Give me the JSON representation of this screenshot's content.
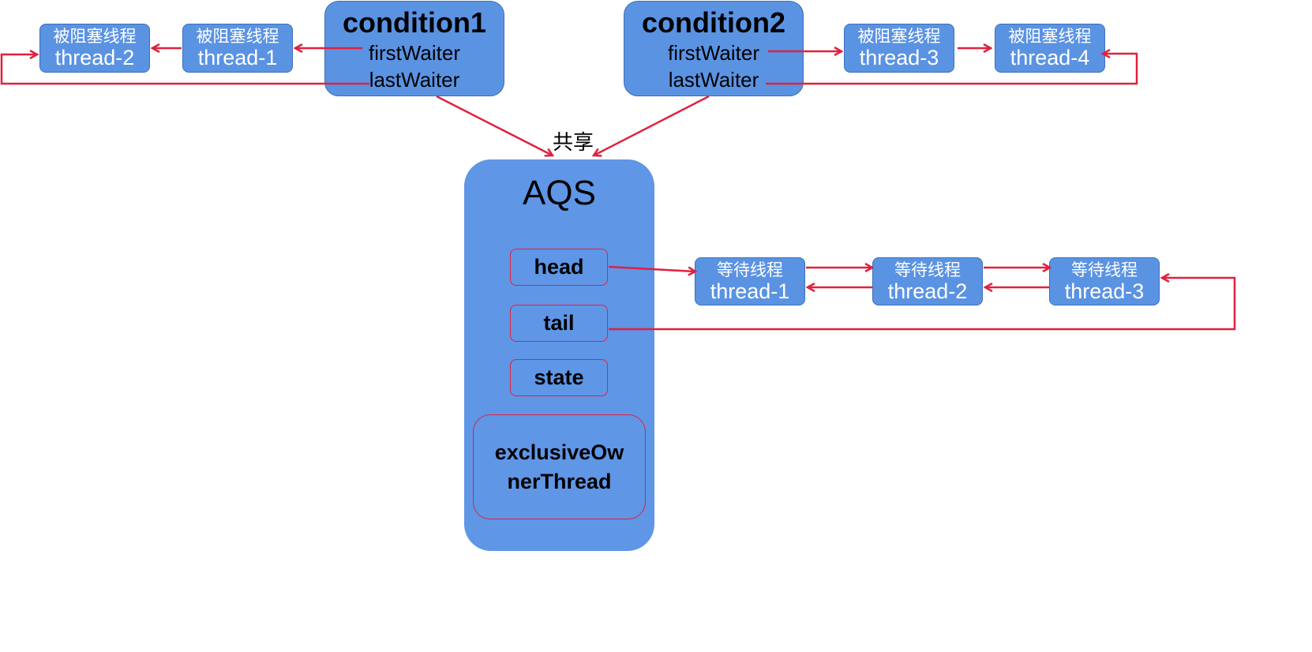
{
  "condition1": {
    "title": "condition1",
    "first_waiter": "firstWaiter",
    "last_waiter": "lastWaiter",
    "threads": [
      {
        "caption": "被阻塞线程",
        "name": "thread-2"
      },
      {
        "caption": "被阻塞线程",
        "name": "thread-1"
      }
    ]
  },
  "condition2": {
    "title": "condition2",
    "first_waiter": "firstWaiter",
    "last_waiter": "lastWaiter",
    "threads": [
      {
        "caption": "被阻塞线程",
        "name": "thread-3"
      },
      {
        "caption": "被阻塞线程",
        "name": "thread-4"
      }
    ]
  },
  "shared_label": "共享",
  "aqs": {
    "title": "AQS",
    "fields": {
      "head": "head",
      "tail": "tail",
      "state": "state",
      "owner_line1": "exclusiveOw",
      "owner_line2": "nerThread"
    }
  },
  "wait_queue": [
    {
      "caption": "等待线程",
      "name": "thread-1"
    },
    {
      "caption": "等待线程",
      "name": "thread-2"
    },
    {
      "caption": "等待线程",
      "name": "thread-3"
    }
  ],
  "colors": {
    "box_fill": "#5b93e3",
    "arrow": "#e0213f",
    "field_border": "#e0213f"
  }
}
